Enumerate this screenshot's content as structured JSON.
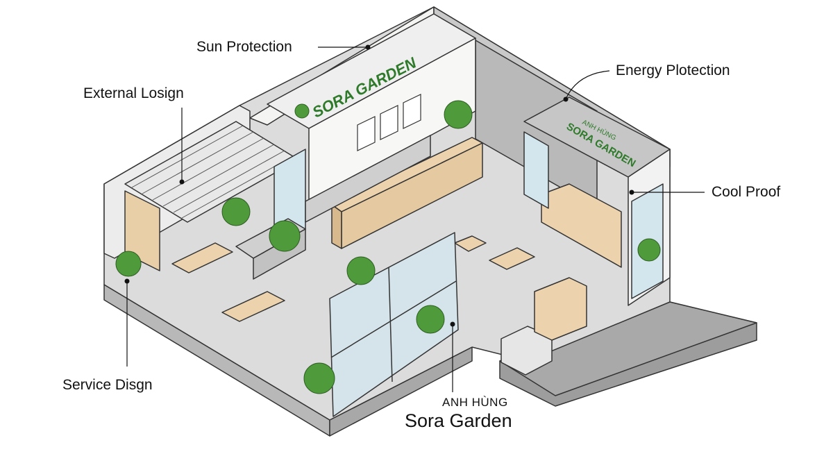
{
  "labels": {
    "sun_protection": "Sun Protection",
    "external_design": "External Losign",
    "energy_protection": "Energy Plotection",
    "cool_proof": "Cool Proof",
    "service_design": "Service Disgn",
    "brand_line1": "ANH HÙNG",
    "brand_line2": "Sora Garden"
  },
  "signs": {
    "main_sign": "SORA GARDEN",
    "side_sign_line1": "ANH HÙNG",
    "side_sign_line2": "SORA GARDEN"
  },
  "colors": {
    "floor": "#dcdcdc",
    "wall": "#f4f4f2",
    "wall_dark": "#b9b9b9",
    "wood": "#ecd3ae",
    "glass": "#d3e6ee",
    "plant": "#4f9a3a",
    "sign_green": "#2e7a2a"
  }
}
